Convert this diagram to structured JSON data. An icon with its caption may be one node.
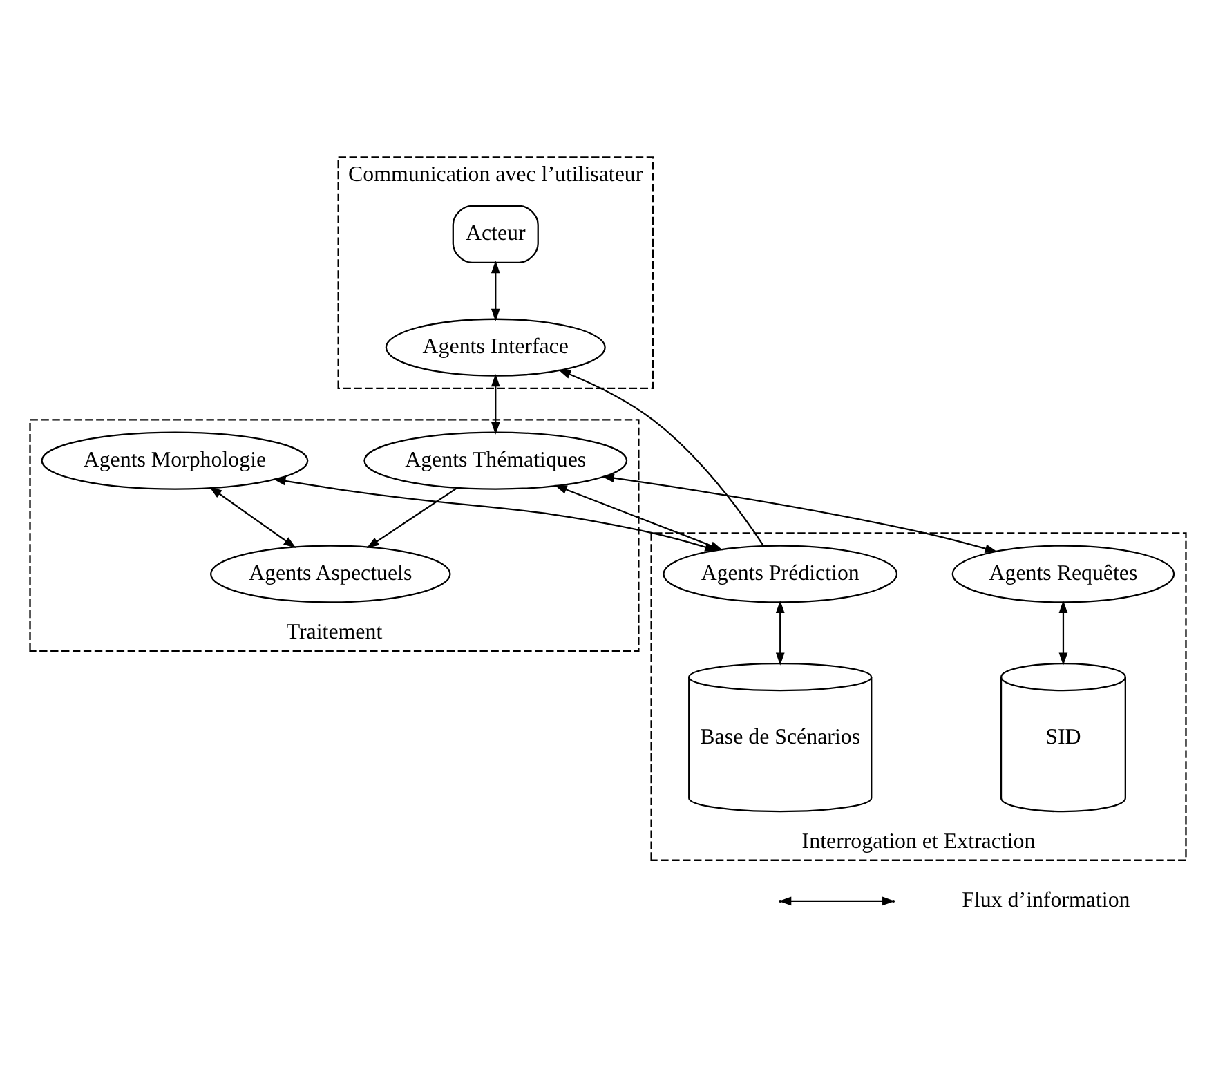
{
  "diagram": {
    "nodes": [
      {
        "text": [
          "Communication avec l’utilisateur"
        ]
      },
      {
        "text": [
          "Acteur"
        ],
        "in": 0
      },
      {
        "text": [
          "Agents Interface"
        ],
        "in": 0
      },
      {
        "text": [
          "Traitement"
        ]
      },
      {
        "text": [
          "Agents Morphologie"
        ],
        "in": 3
      },
      {
        "text": [
          "Agents Aspectuels"
        ],
        "in": 3
      },
      {
        "text": [
          "Agents Thématiques"
        ],
        "in": 3
      },
      {
        "text": [
          "Interrogation et Extraction"
        ]
      },
      {
        "text": [
          "Agents Prédiction"
        ],
        "in": 7
      },
      {
        "text": [
          "Agents Requêtes"
        ],
        "in": 7
      },
      {
        "text": [
          "Base de Scénarios"
        ],
        "in": 7
      },
      {
        "text": [
          "SID"
        ],
        "in": 7
      }
    ],
    "edges": [
      {
        "from": 1,
        "to": 2,
        "arrow": "both"
      },
      {
        "from": 2,
        "to": 6,
        "arrow": "both"
      },
      {
        "from": 4,
        "to": 5,
        "arrow": "both"
      },
      {
        "from": 6,
        "to": 5,
        "arrow": "to"
      },
      {
        "from": 4,
        "to": 8,
        "arrow": "both"
      },
      {
        "from": 6,
        "to": 8,
        "arrow": "both"
      },
      {
        "from": 6,
        "to": 9,
        "arrow": "both"
      },
      {
        "from": 8,
        "to": 2,
        "arrow": "to"
      },
      {
        "from": 8,
        "to": 10,
        "arrow": "both"
      },
      {
        "from": 9,
        "to": 11,
        "arrow": "both"
      }
    ],
    "legend": [
      {
        "text": "Flux d’information"
      }
    ]
  }
}
